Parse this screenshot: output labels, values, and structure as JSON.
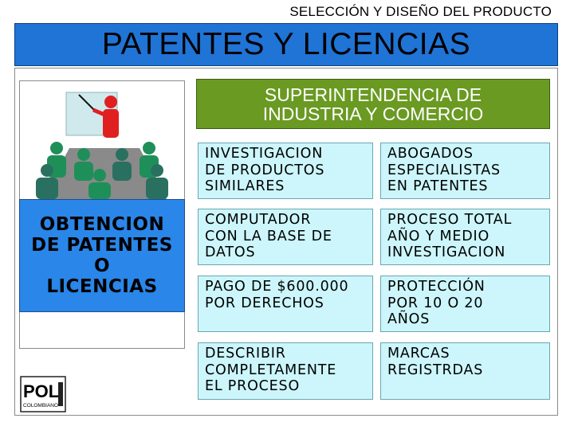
{
  "header": {
    "caption": "SELECCIÓN Y DISEÑO DEL PRODUCTO",
    "title": "PATENTES Y LICENCIAS"
  },
  "left": {
    "illustration": "presentation-meeting-illustration",
    "label": "OBTENCION\nDE PATENTES\nO\nLICENCIAS",
    "logo": {
      "text": "POLI",
      "subtext": "COLOMBIANO"
    }
  },
  "authority": {
    "line1": "SUPERINTENDENCIA DE",
    "line2": "INDUSTRIA Y COMERCIO"
  },
  "grid": [
    [
      "INVESTIGACION\nDE PRODUCTOS\nSIMILARES",
      "ABOGADOS\nESPECIALISTAS\nEN PATENTES"
    ],
    [
      "COMPUTADOR\nCON LA BASE DE\nDATOS",
      "PROCESO TOTAL\nAÑO Y MEDIO\nINVESTIGACION"
    ],
    [
      "PAGO DE $600.000\nPOR DERECHOS",
      "PROTECCIÓN\nPOR 10 O 20\nAÑOS"
    ],
    [
      "DESCRIBIR\nCOMPLETAMENTE\nEL PROCESO",
      "MARCAS\nREGISTRDAS"
    ]
  ],
  "colors": {
    "title_banner": "#1f74d6",
    "label_box": "#2a86e8",
    "authority_banner": "#6a9a22",
    "cell_bg": "#ccf6fb"
  }
}
